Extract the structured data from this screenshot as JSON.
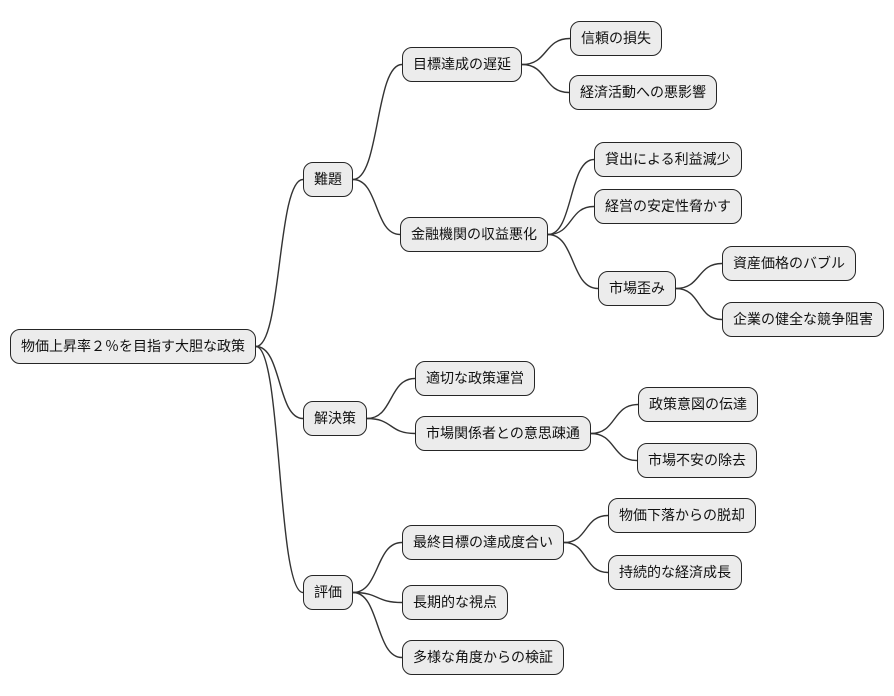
{
  "diagram": {
    "type": "mindmap",
    "direction": "left-to-right",
    "nodes": {
      "root": "物価上昇率２％を目指す大胆な政策",
      "challenges": "難題",
      "delay": "目標達成の遅延",
      "trust_loss": "信頼の損失",
      "econ_impact": "経済活動への悪影響",
      "bank_profit": "金融機関の収益悪化",
      "lending_profit": "貸出による利益減少",
      "mgmt_stability": "経営の安定性脅かす",
      "market_distortion": "市場歪み",
      "asset_bubble": "資産価格のバブル",
      "competition": "企業の健全な競争阻害",
      "solutions": "解決策",
      "policy_mgmt": "適切な政策運営",
      "communication": "市場関係者との意思疎通",
      "policy_intent": "政策意図の伝達",
      "market_anxiety": "市場不安の除去",
      "evaluation": "評価",
      "goal_achievement": "最終目標の達成度合い",
      "long_term": "長期的な視点",
      "multi_angle": "多様な角度からの検証",
      "deflation_exit": "物価下落からの脱却",
      "sustainable_growth": "持続的な経済成長"
    },
    "edges": [
      [
        "root",
        "challenges"
      ],
      [
        "root",
        "solutions"
      ],
      [
        "root",
        "evaluation"
      ],
      [
        "challenges",
        "delay"
      ],
      [
        "challenges",
        "bank_profit"
      ],
      [
        "delay",
        "trust_loss"
      ],
      [
        "delay",
        "econ_impact"
      ],
      [
        "bank_profit",
        "lending_profit"
      ],
      [
        "bank_profit",
        "mgmt_stability"
      ],
      [
        "bank_profit",
        "market_distortion"
      ],
      [
        "market_distortion",
        "asset_bubble"
      ],
      [
        "market_distortion",
        "competition"
      ],
      [
        "solutions",
        "policy_mgmt"
      ],
      [
        "solutions",
        "communication"
      ],
      [
        "communication",
        "policy_intent"
      ],
      [
        "communication",
        "market_anxiety"
      ],
      [
        "evaluation",
        "goal_achievement"
      ],
      [
        "evaluation",
        "long_term"
      ],
      [
        "evaluation",
        "multi_angle"
      ],
      [
        "goal_achievement",
        "deflation_exit"
      ],
      [
        "goal_achievement",
        "sustainable_growth"
      ]
    ]
  },
  "colors": {
    "background": "#ffffff",
    "node_fill": "#ececec",
    "node_border": "#262626",
    "edge_color": "#333333",
    "text_color": "#111111"
  }
}
